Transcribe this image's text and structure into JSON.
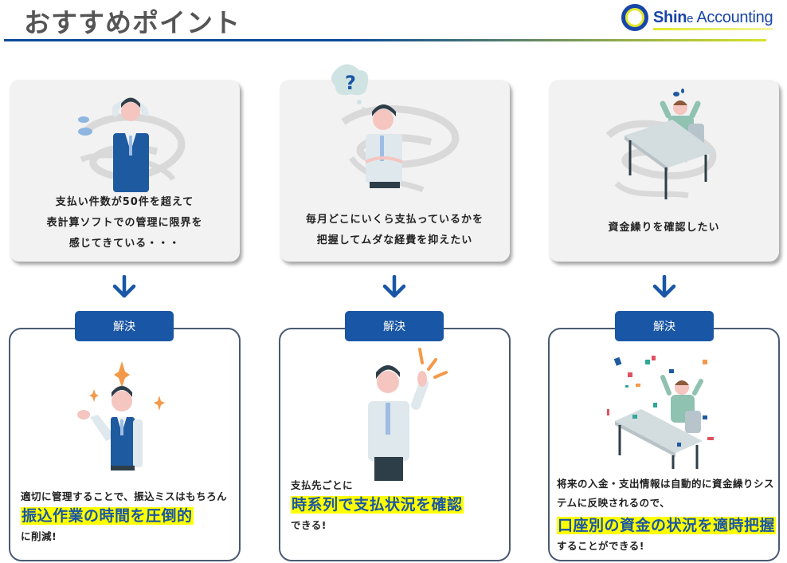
{
  "header": {
    "title": "おすすめポイント",
    "logo": {
      "bold_part": "Shin",
      "e_part": "e",
      "rest": " Accounting"
    }
  },
  "colors": {
    "accent_blue": "#1a56a6",
    "highlight_yellow": "#ffff00",
    "card_gray": "#f2f2f2",
    "box_border": "#4a5a72"
  },
  "columns": [
    {
      "problem": {
        "lines": [
          "支払い件数が50件を超えて",
          "表計算ソフトでの管理に限界を",
          "感じてきている・・・"
        ],
        "illustration": "stressed-businessman-icon"
      },
      "badge": "解決",
      "solution": {
        "before": "適切に管理することで、振込ミスはもちろん",
        "highlight": "振込作業の時間を圧倒的",
        "after": "に削減!",
        "illustration": "happy-businessman-icon"
      }
    },
    {
      "problem": {
        "lines": [
          "毎月どこにいくら支払っているかを",
          "把握してムダな経費を抑えたい"
        ],
        "illustration": "confused-businessman-icon"
      },
      "badge": "解決",
      "solution": {
        "before": "支払先ごとに",
        "highlight": "時系列で支払状況を確認",
        "after": "できる!",
        "illustration": "waving-businessman-icon"
      }
    },
    {
      "problem": {
        "lines": [
          "資金繰りを確認したい"
        ],
        "illustration": "worried-desk-worker-icon"
      },
      "badge": "解決",
      "solution": {
        "before": "将来の入金・支出情報は自動的に資金繰りシステムに反映されるので、",
        "highlight": "口座別の資金の状況を適時把握",
        "after": "することができる!",
        "illustration": "celebrating-desk-worker-icon"
      }
    }
  ]
}
